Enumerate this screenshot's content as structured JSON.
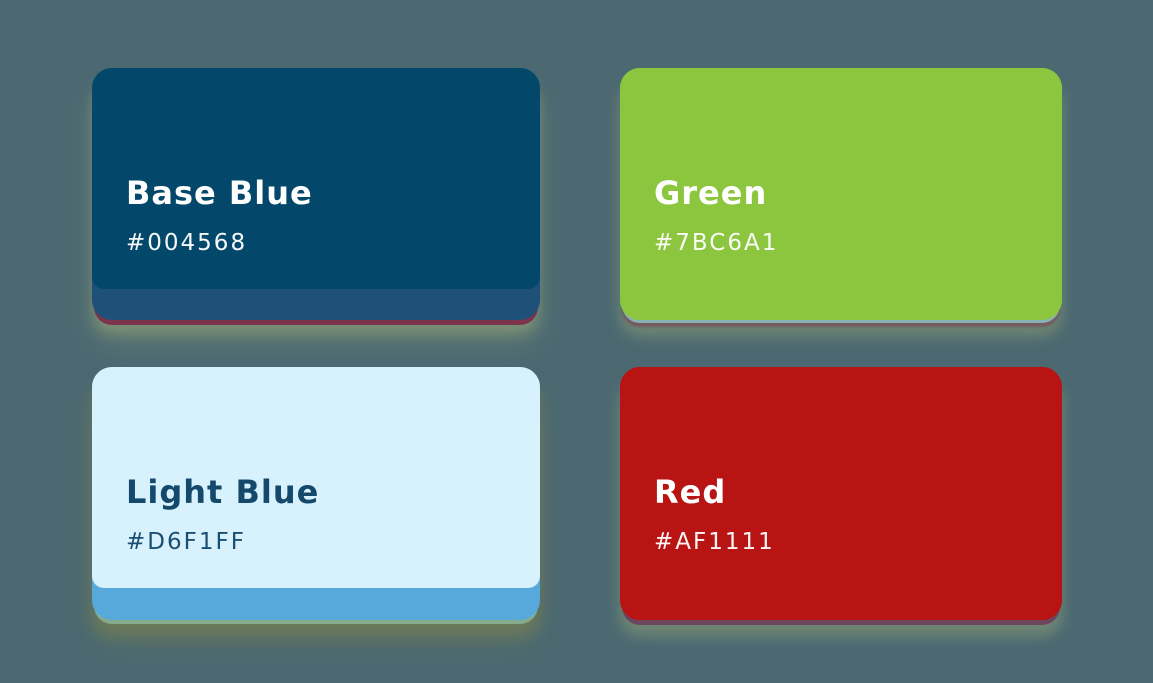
{
  "page": {
    "background_color": "#4C6972"
  },
  "cards": [
    {
      "name": "Base Blue",
      "hex": "#004568",
      "face_color": "#03486B",
      "band_color": "#1F5178",
      "text_color": "#FFFFFF"
    },
    {
      "name": "Green",
      "hex": "#7BC6A1",
      "face_color": "#8CC63E",
      "band_color": "#8CC63E",
      "text_color": "#FFFFFF"
    },
    {
      "name": "Light Blue",
      "hex": "#D6F1FF",
      "face_color": "#D7F1FD",
      "band_color": "#57A9DB",
      "text_color": "#14496C"
    },
    {
      "name": "Red",
      "hex": "#AF1111",
      "face_color": "#B91414",
      "band_color": "#B91414",
      "text_color": "#FFFFFF"
    }
  ]
}
